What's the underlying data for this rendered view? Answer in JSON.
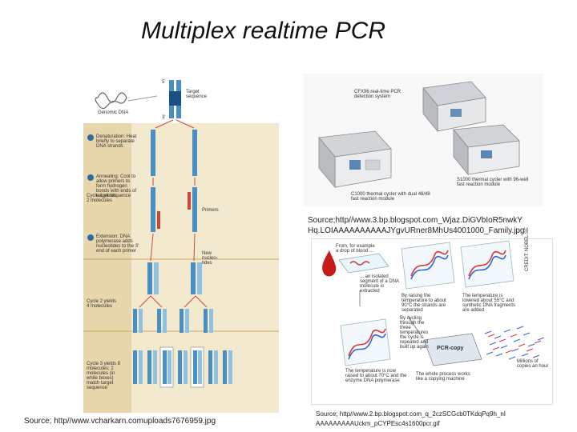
{
  "slide": {
    "title": "Multiplex realtime PCR"
  },
  "left_figure": {
    "top_labels": {
      "five_prime": "5'",
      "three_prime": "3'",
      "target": "Target sequence",
      "genomic": "Genomic DNA"
    },
    "steps": [
      {
        "num": "1",
        "text": "Denaturation: Heat briefly to separate DNA strands"
      },
      {
        "num": "2",
        "text": "Annealing: Cool to allow primers to form hydrogen bonds with ends of target sequence"
      },
      {
        "num": "3",
        "text": "Extension: DNA polymerase adds nucleotides to the 3' end of each primer"
      }
    ],
    "cycles": [
      {
        "text": "Cycle 1 yields 2 molecules"
      },
      {
        "text": "Cycle 2 yields 4 molecules"
      },
      {
        "text": "Cycle 3 yields 8 molecules; 2 molecules (in white boxes) match target sequence"
      }
    ],
    "primers_label": "Primers",
    "new_nucleotides_label": "New nucleo-tides",
    "source": "Source; http//www.vcharkarn.comuploads7676959.jpg"
  },
  "machine_figure": {
    "label_top": "CFX96 real-time PCR detection system",
    "label_left": "C1000 thermal cycler with dual 48/48 fast reaction module",
    "label_right": "S1000 thermal cycler with 96-well fast reaction module",
    "source": "Source;http//www.3.bp.blogspot.com_Wjaz.DiGVbIoR5nwkY Hq.LOIAAAAAAAAAAJYgvURner8MhUs4001000_Family.jpg"
  },
  "process_figure": {
    "captions": [
      "From, for example a drop of blood ...",
      "... an isolated segment of a DNA molecule is extracted",
      "By raising the temperature to about 90°C the strands are separated",
      "The temperature is lowered about 55°C and synthetic DNA fragments are added",
      "By cycling through the three temperatures the cycle is repeated and built up again",
      "The temperature is now raised to about 70°C and the enzyme DNA polymerase",
      "The whole process works like a copying machine",
      "Millions of copies an hour"
    ],
    "pcr_label": "PCR-copy",
    "credit": "CREDIT: NOBEL.SE",
    "source_line1": "Source; http//www.2.bp.blogspot.com_q_2czSCGcb0TKdqPq9h_nI",
    "source_line2": "AAAAAAAAAUckm_pCYPEsc4s1600pcr.gif"
  }
}
